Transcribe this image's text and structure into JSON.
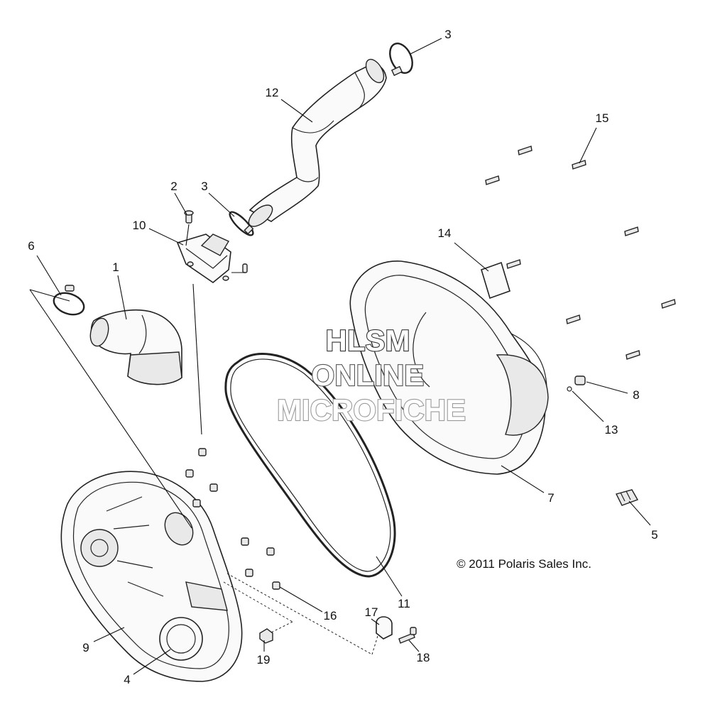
{
  "callouts": {
    "c1": "1",
    "c2": "2",
    "c3a": "3",
    "c3b": "3",
    "c4": "4",
    "c5": "5",
    "c6": "6",
    "c7": "7",
    "c8": "8",
    "c9": "9",
    "c10": "10",
    "c11": "11",
    "c12": "12",
    "c13": "13",
    "c14": "14",
    "c15": "15",
    "c16": "16",
    "c17": "17",
    "c18": "18",
    "c19": "19"
  },
  "copyright": "© 2011 Polaris Sales Inc.",
  "watermark": {
    "line1": "HLSM",
    "line2": "ONLINE",
    "line3": "MICROFICHE"
  },
  "colors": {
    "ink": "#222222",
    "watermark_stroke": "#555555",
    "background": "#ffffff"
  }
}
